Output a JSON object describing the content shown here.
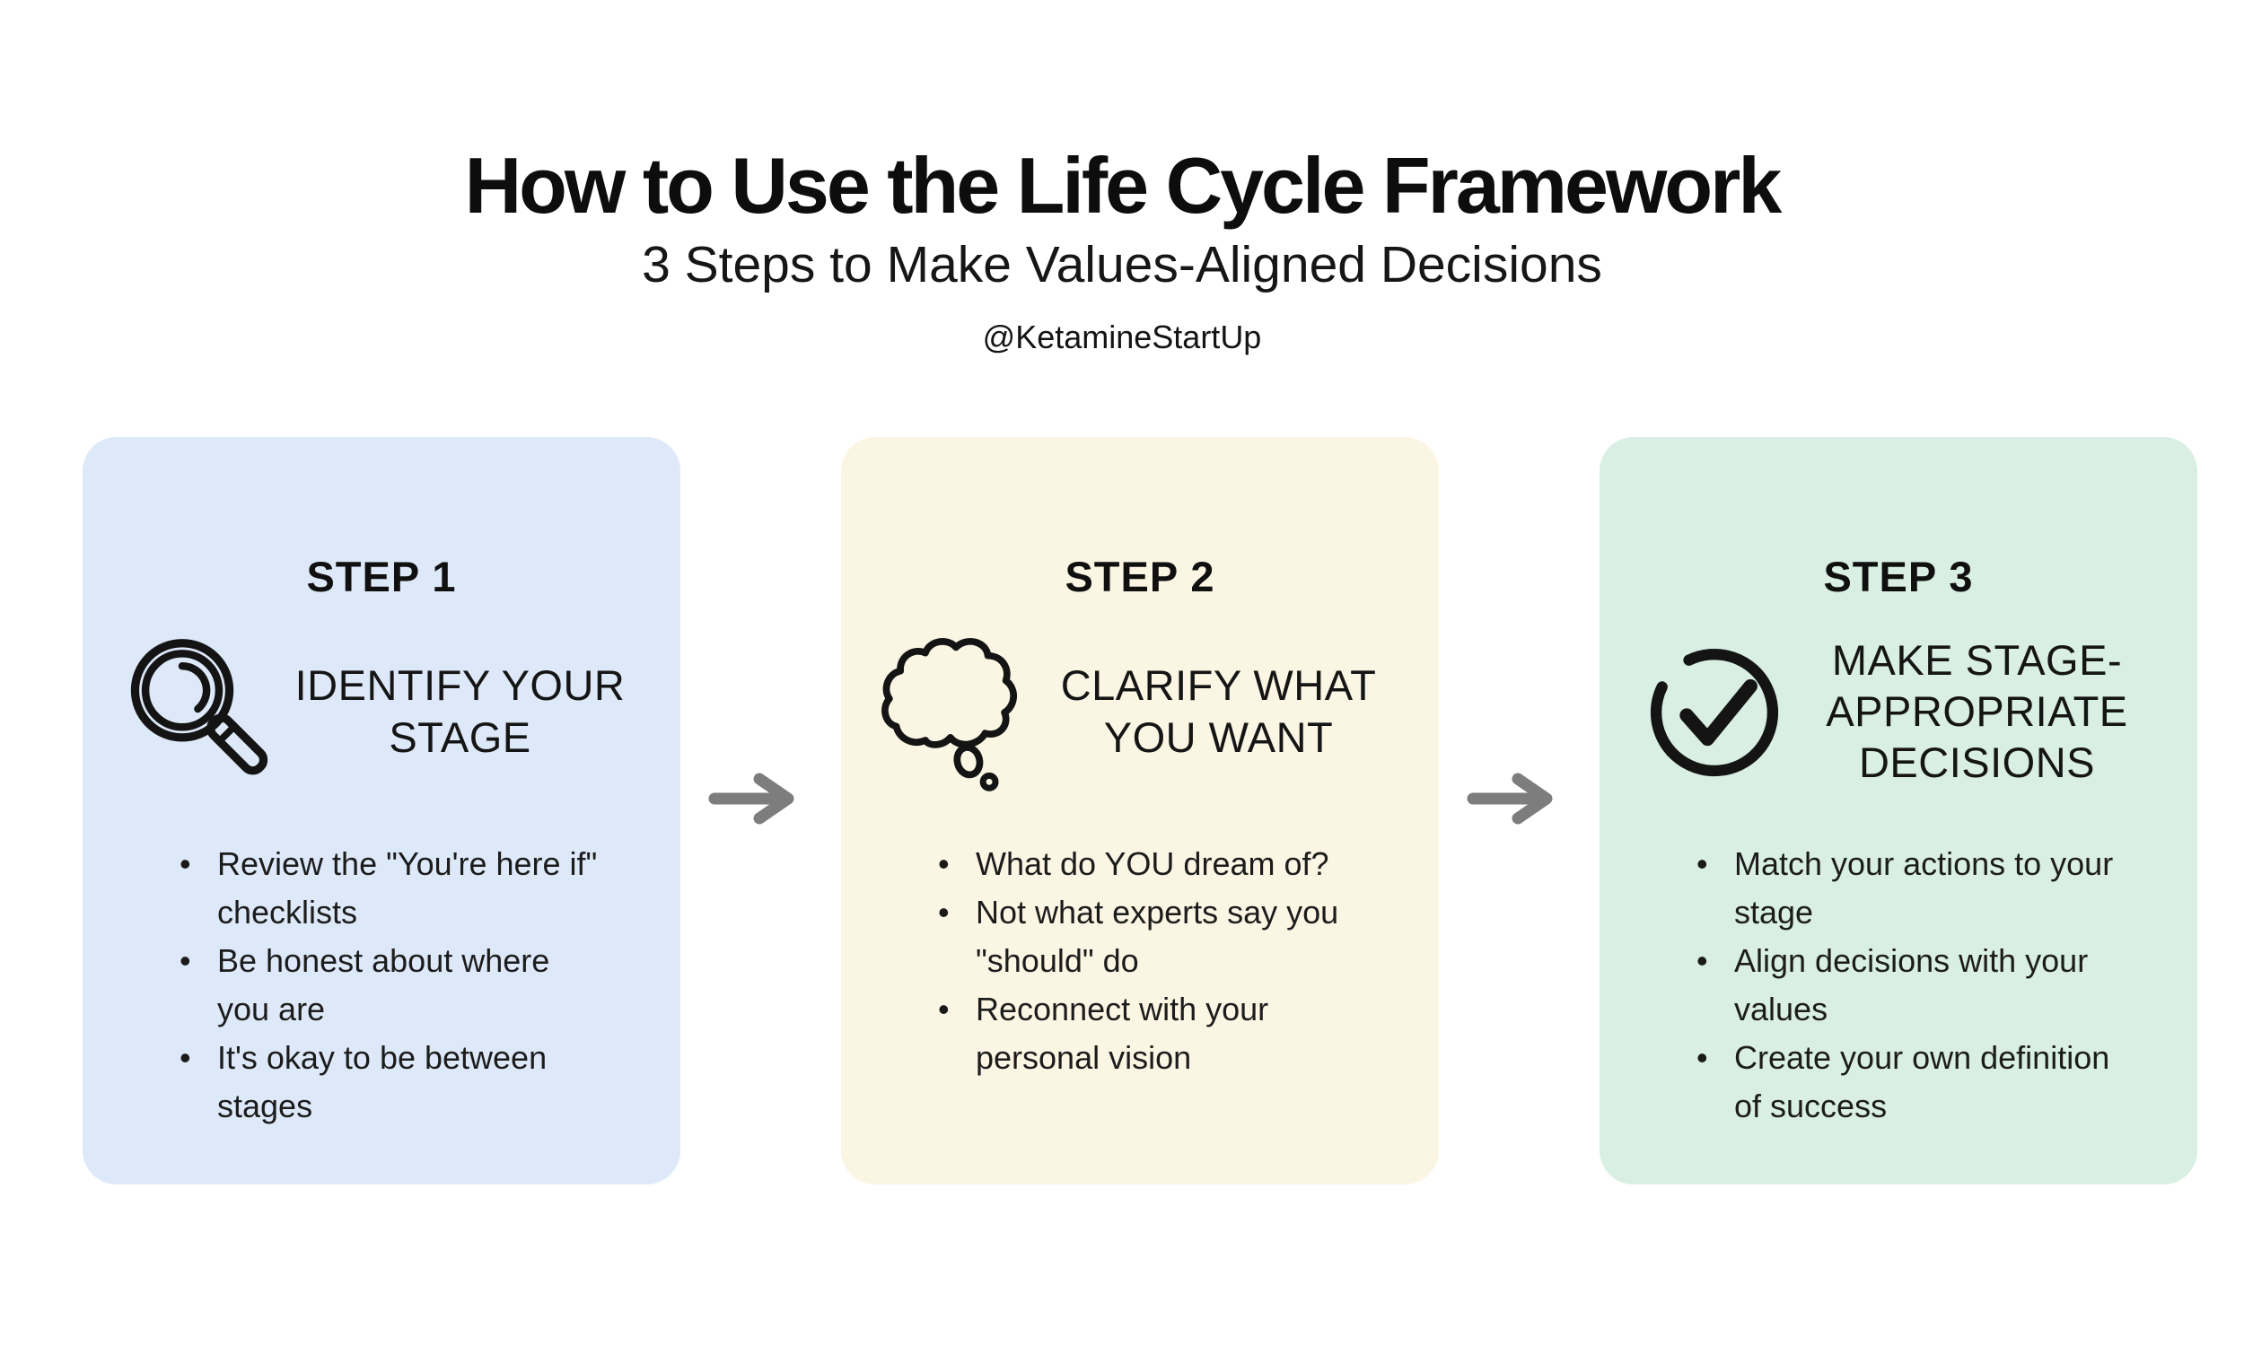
{
  "page": {
    "title": "How to Use the Life Cycle Framework",
    "subtitle": "3 Steps to Make Values-Aligned Decisions",
    "handle": "@KetamineStartUp",
    "background": "#ffffff"
  },
  "colors": {
    "arrow": "#7d7d7d",
    "text": "#141414"
  },
  "cards": [
    {
      "step_label": "STEP 1",
      "title": "IDENTIFY YOUR STAGE",
      "icon": "magnifying-glass-icon",
      "bg": "#dde9f9",
      "bullets": [
        "Review the \"You're here if\" checklists",
        "Be honest about where you are",
        "It's okay to be between stages"
      ]
    },
    {
      "step_label": "STEP 2",
      "title": "CLARIFY WHAT YOU WANT",
      "icon": "thought-cloud-icon",
      "bg": "#fbf5e3",
      "bullets": [
        "What do YOU dream of?",
        "Not what experts say you \"should\" do",
        "Reconnect with your personal vision"
      ]
    },
    {
      "step_label": "STEP 3",
      "title": "MAKE STAGE-APPROPRIATE DECISIONS",
      "icon": "check-circle-icon",
      "bg": "#d9efe3",
      "bullets": [
        "Match your actions to your stage",
        "Align decisions with your values",
        "Create your own definition of success"
      ]
    }
  ]
}
